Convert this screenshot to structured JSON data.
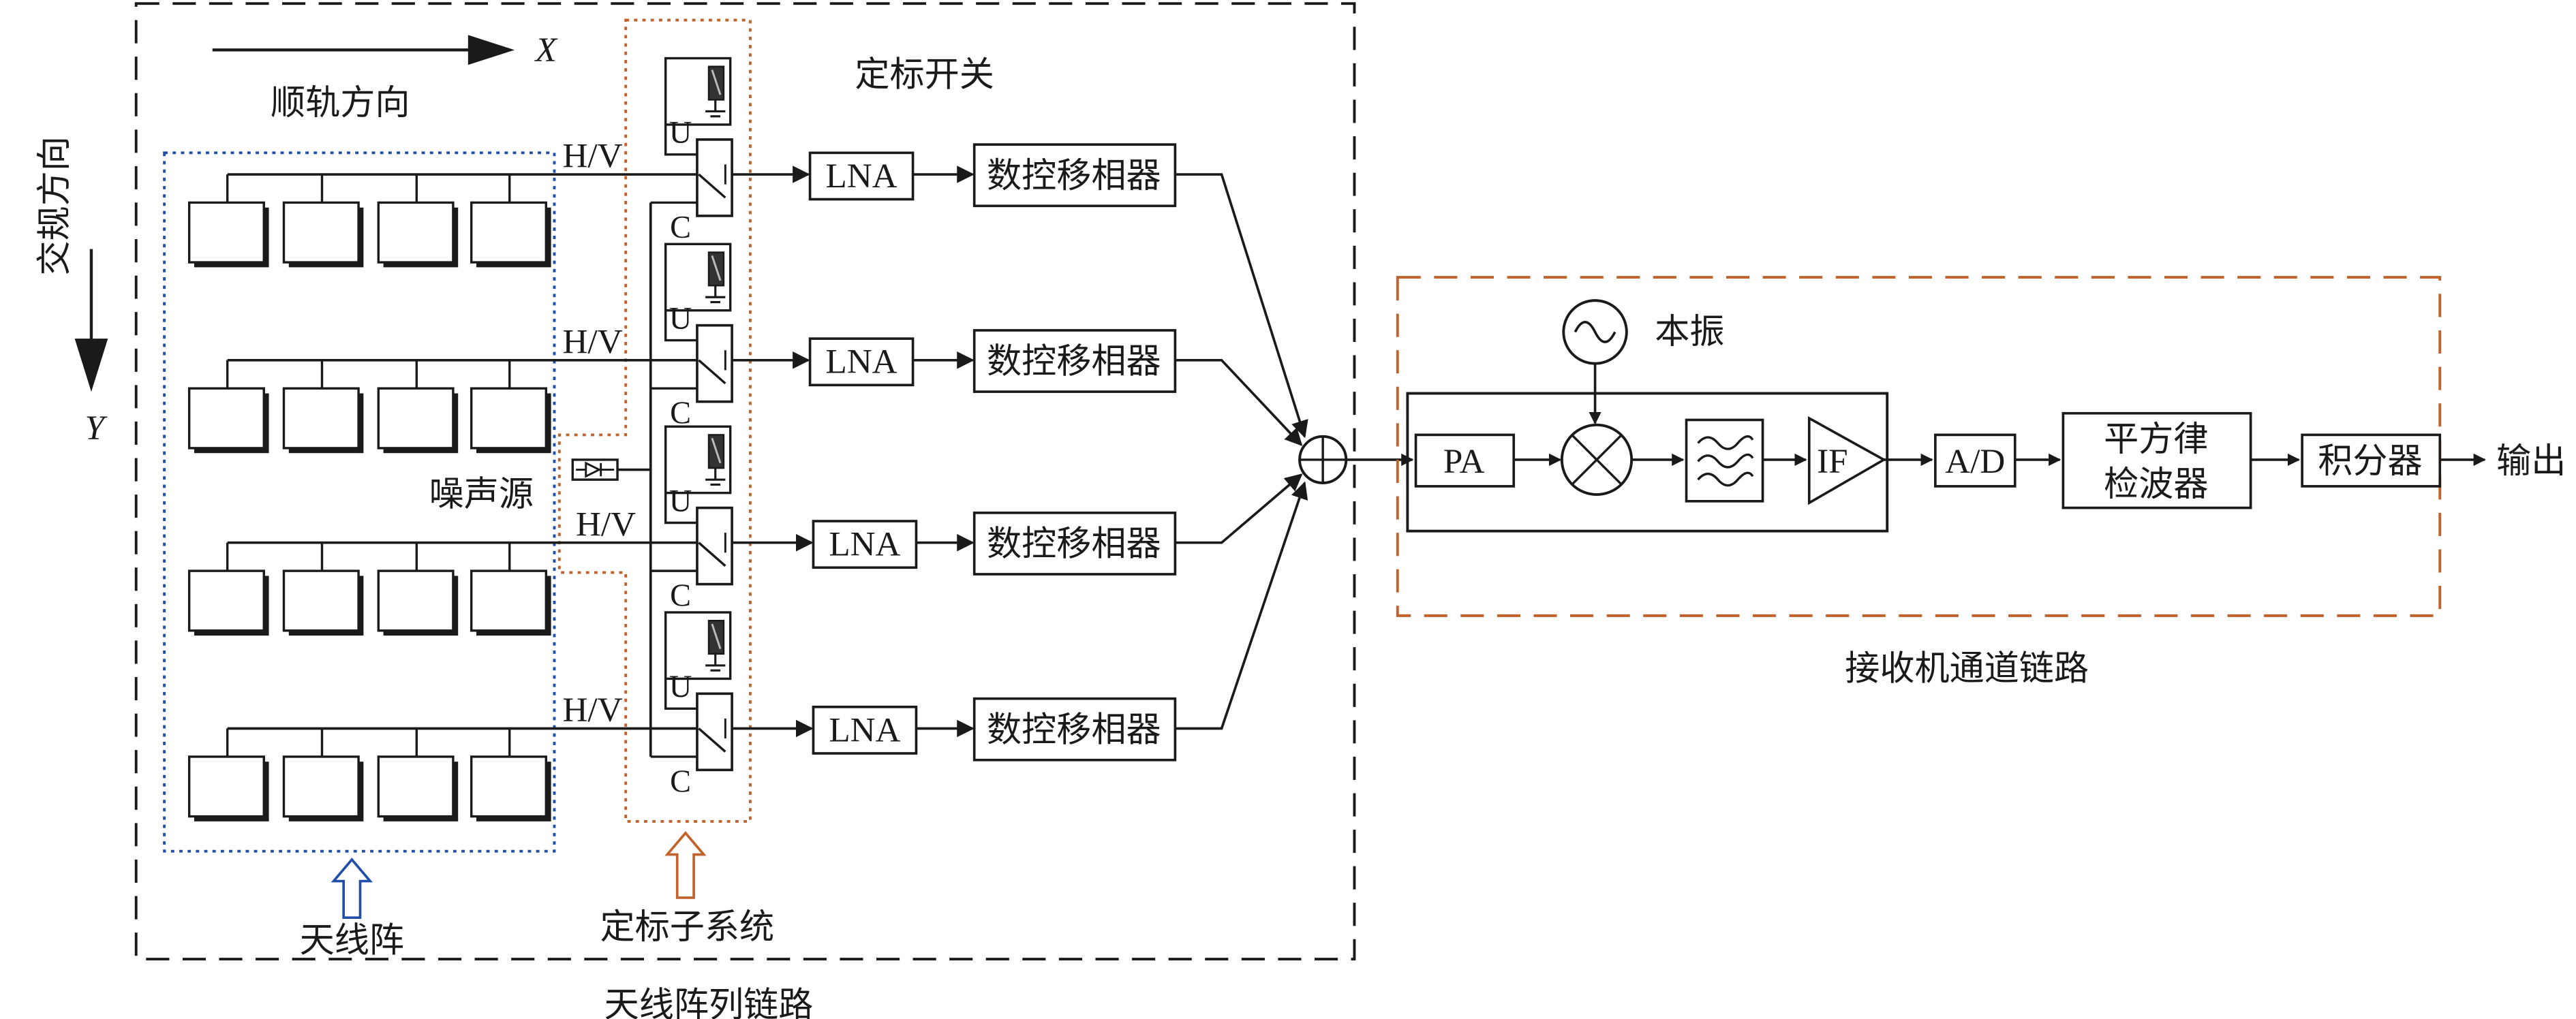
{
  "axes": {
    "x": "X",
    "y": "Y",
    "along_track": "顺轨方向",
    "cross_track": "交规方向"
  },
  "antenna_array": {
    "label": "天线阵"
  },
  "calibration": {
    "switch_title": "定标开关",
    "noise_source": "噪声源",
    "subsystem": "定标子系统"
  },
  "array_chain": "天线阵列链路",
  "channels": [
    {
      "polarization": "H/V",
      "port_u": "U",
      "port_c": "C",
      "lna": "LNA",
      "phase_shifter": "数控移相器"
    },
    {
      "polarization": "H/V",
      "port_u": "U",
      "port_c": "C",
      "lna": "LNA",
      "phase_shifter": "数控移相器"
    },
    {
      "polarization": "H/V",
      "port_u": "U",
      "port_c": "C",
      "lna": "LNA",
      "phase_shifter": "数控移相器"
    },
    {
      "polarization": "H/V",
      "port_u": "U",
      "port_c": "C",
      "lna": "LNA",
      "phase_shifter": "数控移相器"
    }
  ],
  "receiver": {
    "local_oscillator": "本振",
    "pa": "PA",
    "if": "IF",
    "ad": "A/D",
    "detector_line1": "平方律",
    "detector_line2": "检波器",
    "integrator": "积分器",
    "output": "输出",
    "label": "接收机通道链路"
  },
  "colors": {
    "line": "#1a1a1a",
    "antenna_box": "#1f4fa8",
    "calibration_box": "#c0622a",
    "receiver_box": "#c0622a"
  }
}
